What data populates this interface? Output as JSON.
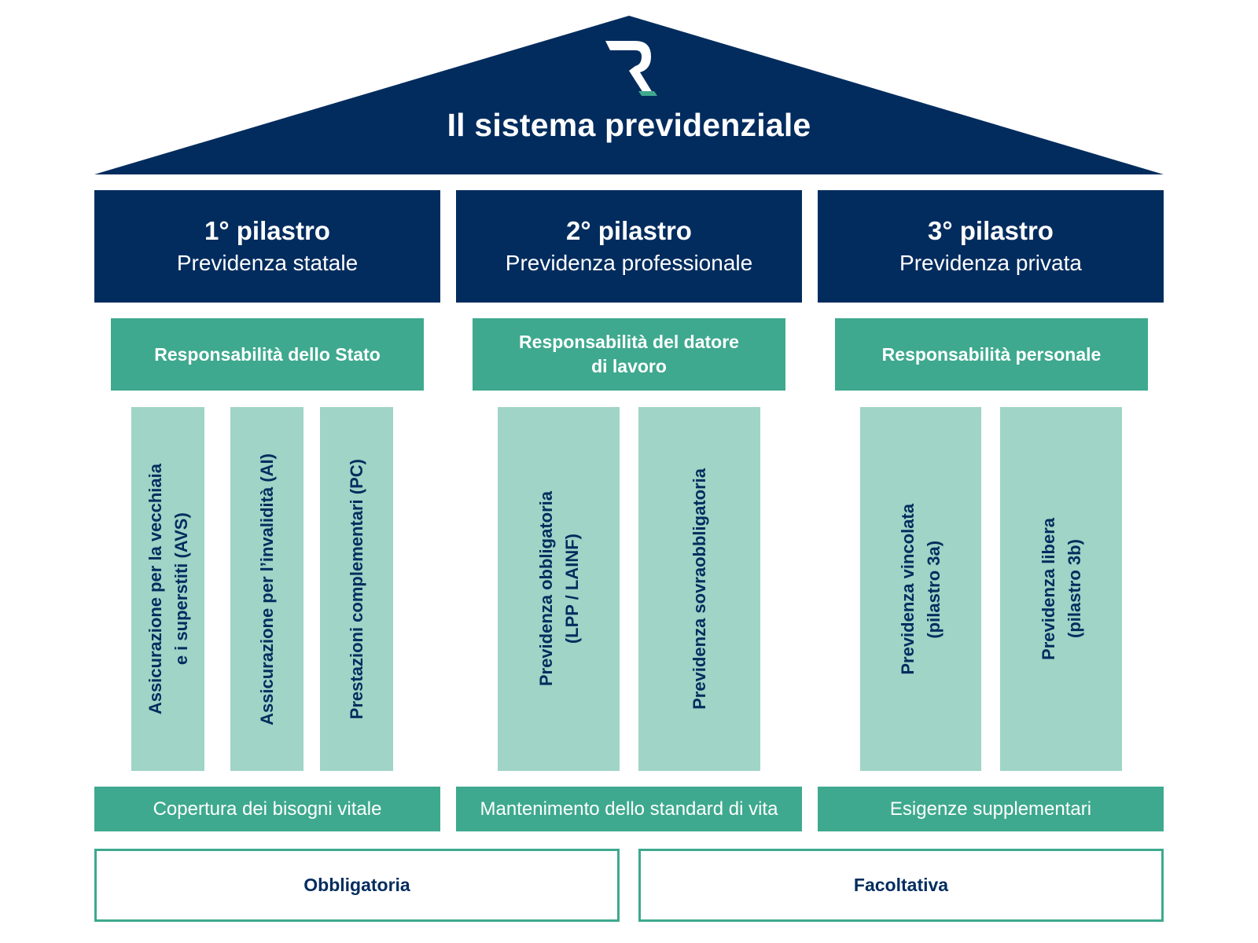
{
  "colors": {
    "navy": "#022c5e",
    "green": "#3ea98e",
    "pale_green": "#9fd4c6",
    "white": "#ffffff"
  },
  "roof": {
    "logo": "r-logo-icon",
    "title": "Il sistema previdenziale"
  },
  "pillars": [
    {
      "number": "1° pilastro",
      "name": "Previdenza statale",
      "responsibility": "Responsabilità dello Stato",
      "columns": [
        "Assicurazione per la vecchiaia\ne i superstiti (AVS)",
        "Assicurazione per l’invalidità (AI)",
        "Prestazioni complementari (PC)"
      ],
      "purpose": "Copertura dei bisogni vitale"
    },
    {
      "number": "2° pilastro",
      "name": "Previdenza professionale",
      "responsibility": "Responsabilità del datore\ndi lavoro",
      "columns": [
        "Previdenza obbligatoria\n(LPP / LAINF)",
        "Previdenza sovraobbligatoria"
      ],
      "purpose": "Mantenimento dello standard di vita"
    },
    {
      "number": "3° pilastro",
      "name": "Previdenza privata",
      "responsibility": "Responsabilità personale",
      "columns": [
        "Previdenza vincolata\n(pilastro 3a)",
        "Previdenza libera\n(pilastro 3b)"
      ],
      "purpose": "Esigenze supplementari"
    }
  ],
  "foundation": {
    "mandatory": "Obbligatoria",
    "optional": "Facoltativa"
  }
}
